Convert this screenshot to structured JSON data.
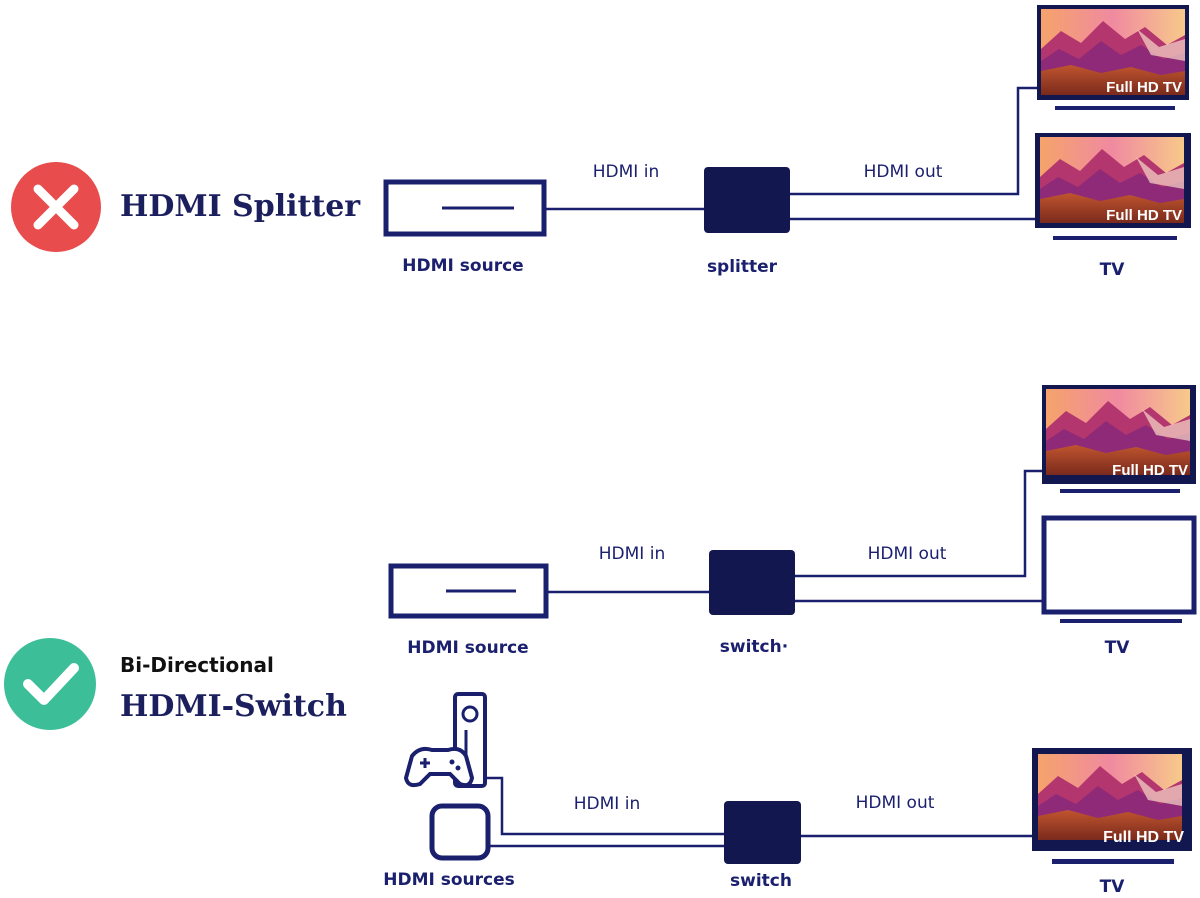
{
  "splitter_section": {
    "title": "HDMI Splitter",
    "status_icon": "cross-icon",
    "status_color": "#e84c4c",
    "source_label": "HDMI source",
    "device_label": "splitter",
    "in_label": "HDMI in",
    "out_label": "HDMI out",
    "tv_label": "TV",
    "screen_text": "Full HD TV"
  },
  "switch_section": {
    "subtitle": "Bi-Directional",
    "title": "HDMI-Switch",
    "status_icon": "check-icon",
    "status_color": "#3cbf98",
    "upper": {
      "source_label": "HDMI source",
      "device_label": "switch·",
      "in_label": "HDMI in",
      "out_label": "HDMI out",
      "tv_label": "TV",
      "screen_text": "Full HD TV"
    },
    "lower": {
      "source_label": "HDMI sources",
      "device_label": "switch",
      "in_label": "HDMI in",
      "out_label": "HDMI out",
      "tv_label": "TV",
      "screen_text": "Full HD TV"
    }
  },
  "colors": {
    "line": "#1a1f6e",
    "device": "#12174f"
  }
}
